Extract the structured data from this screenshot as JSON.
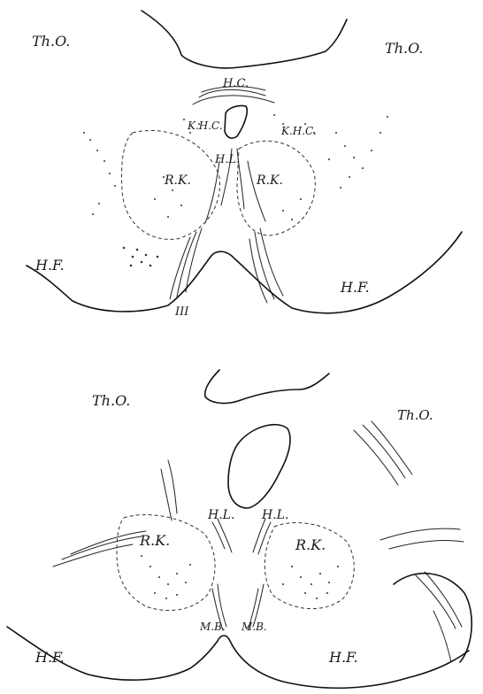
{
  "top_panel": {
    "labels": {
      "tho_left": "Th.O.",
      "tho_right": "Th.O.",
      "hc": "H.C.",
      "khc_left": "K.H.C.",
      "khc_right": "K.H.C.",
      "hl": "H.L.",
      "rk_left": "R.K.",
      "rk_right": "R.K.",
      "hf_left": "H.F.",
      "hf_right": "H.F.",
      "nerve": "III"
    }
  },
  "bottom_panel": {
    "labels": {
      "tho_left": "Th.O.",
      "tho_right": "Th.O.",
      "hl_left": "H.L.",
      "hl_right": "H.L.",
      "rk_left": "R.K.",
      "rk_right": "R.K.",
      "mb_left": "M.B.",
      "mb_right": "M.B.",
      "hf_left": "H.F.",
      "hf_right": "H.F."
    }
  }
}
